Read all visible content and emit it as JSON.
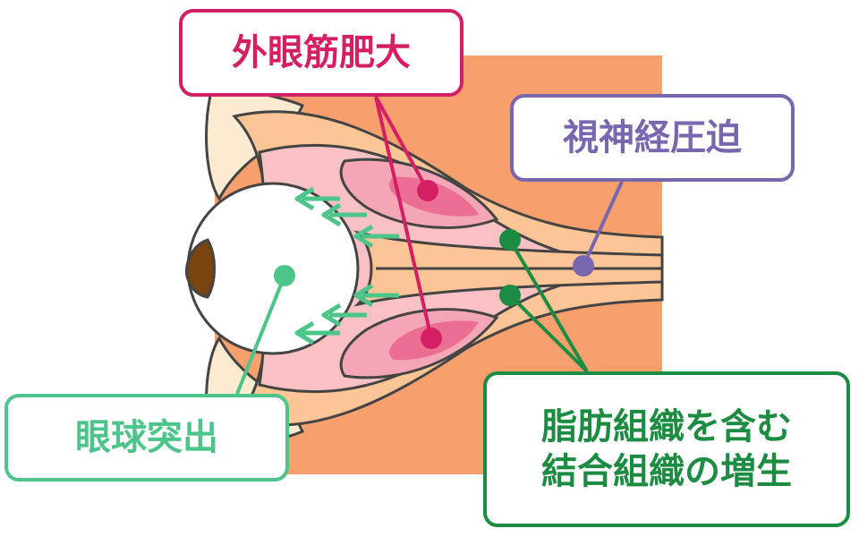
{
  "colors": {
    "tissue": "#f7a06d",
    "fat": "#fbc596",
    "bone": "#fdebd1",
    "cone": "#f8c2c5",
    "muscle": "#f2a6b6",
    "muscle_core": "#ec6f93",
    "outline": "#444444",
    "iris": "#7a4410",
    "arrow": "#4cc48a",
    "muscle_label": "#d51f64",
    "nerve_label": "#7867ae",
    "globe_label": "#4cc48a",
    "fat_label": "#1c8c42"
  },
  "labels": {
    "muscle": "外眼筋肥大",
    "nerve": "視神経圧迫",
    "globe": "眼球突出",
    "fat": "脂肪組織を含む\n結合組織の増生"
  }
}
